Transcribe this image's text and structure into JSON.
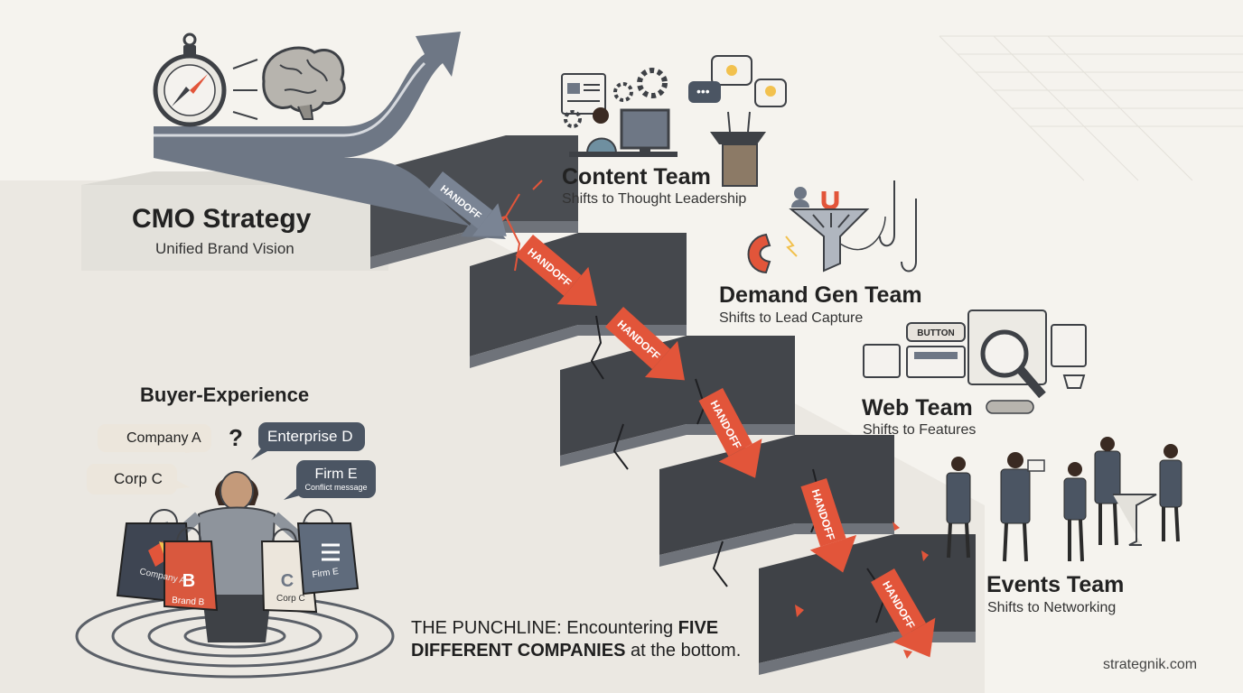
{
  "cmo": {
    "title": "CMO Strategy",
    "subtitle": "Unified Brand Vision"
  },
  "teams": [
    {
      "title": "Content Team",
      "subtitle": "Shifts to Thought Leadership"
    },
    {
      "title": "Demand Gen Team",
      "subtitle": "Shifts to Lead Capture"
    },
    {
      "title": "Web Team",
      "subtitle": "Shifts to Features"
    },
    {
      "title": "Events Team",
      "subtitle": "Shifts to Networking"
    }
  ],
  "handoff_label": "HANDOFF",
  "web_button_label": "BUTTON",
  "buyer": {
    "title": "Buyer-Experience",
    "question": "?",
    "bubbles": {
      "company_a": "Company A",
      "enterprise_d": "Enterprise D",
      "corp_c": "Corp C",
      "firm_e": "Firm E",
      "firm_e_note": "Conflict message"
    },
    "bags": [
      "Company A",
      "Brand B",
      "Corp C",
      "Firm E"
    ],
    "bag_marks": {
      "brand_b": "B",
      "corp_c": "C"
    }
  },
  "punchline": {
    "prefix": "THE PUNCHLINE: Encountering ",
    "bold1": "FIVE",
    "bold2": "DIFFERENT COMPANIES",
    "suffix": " at the bottom."
  },
  "footer": "strategnik.com",
  "colors": {
    "handoff_red": "#e2553a",
    "stair_dark": "#4a4d52",
    "stair_top": "#6f737a",
    "arrow_steel": "#6e7785",
    "bubble_dark": "#4b5563"
  }
}
